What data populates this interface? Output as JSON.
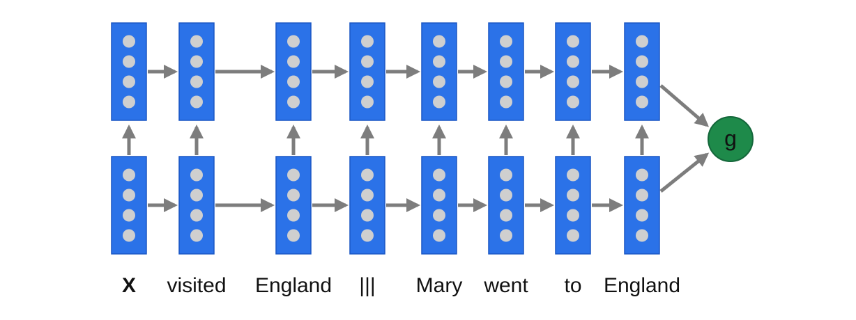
{
  "tokens": [
    "X",
    "visited",
    "England",
    "|||",
    "Mary",
    "went",
    "to",
    "England"
  ],
  "output_node": {
    "label": "g"
  },
  "units_per_cell": 4,
  "colors": {
    "cell_fill": "#2b72e8",
    "cell_border": "#1a56c4",
    "unit_fill": "#cfcfcf",
    "arrow": "#7d7d7d",
    "output_fill": "#1e8a4a"
  }
}
